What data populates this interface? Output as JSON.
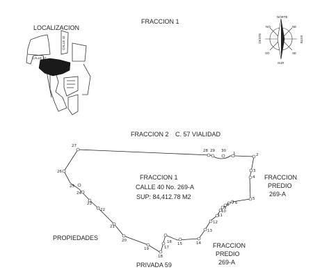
{
  "labels": {
    "fraccion_1_top": "FRACCION 1",
    "localizacion": "LOCALIZACION",
    "calle_42": "CALLE 42",
    "calle_57": "CALLE 57",
    "fraccion_2": "FRACCION 2",
    "c57_vialidad": "C. 57 VIALIDAD",
    "fraccion_1_center": "FRACCION 1",
    "calle_40": "CALLE  40 No. 269-A",
    "sup": "SUP: 84,412.78 M2",
    "fraccion_predio_right": [
      "FRACCION",
      "PREDIO",
      "269-A"
    ],
    "fraccion_predio_bottom": [
      "FRACCION",
      "PREDIO",
      "269-A"
    ],
    "propiedades": "PROPIEDADES",
    "privada_59": "PRIVADA 59"
  },
  "compass": {
    "norte": "NORTE",
    "sur": "SUR",
    "oeste": "OESTE",
    "este": "ESTE",
    "ne": "NE",
    "no": "NO",
    "se": "SE",
    "so": "SO"
  },
  "vertices": [
    "27",
    "28",
    "29",
    "30",
    "1",
    "2",
    "3",
    "4",
    "5",
    "6",
    "7",
    "8",
    "9",
    "10",
    "11",
    "12",
    "13",
    "14",
    "15",
    "16",
    "17",
    "18",
    "19",
    "20",
    "21",
    "22",
    "23",
    "24",
    "25",
    "26"
  ]
}
